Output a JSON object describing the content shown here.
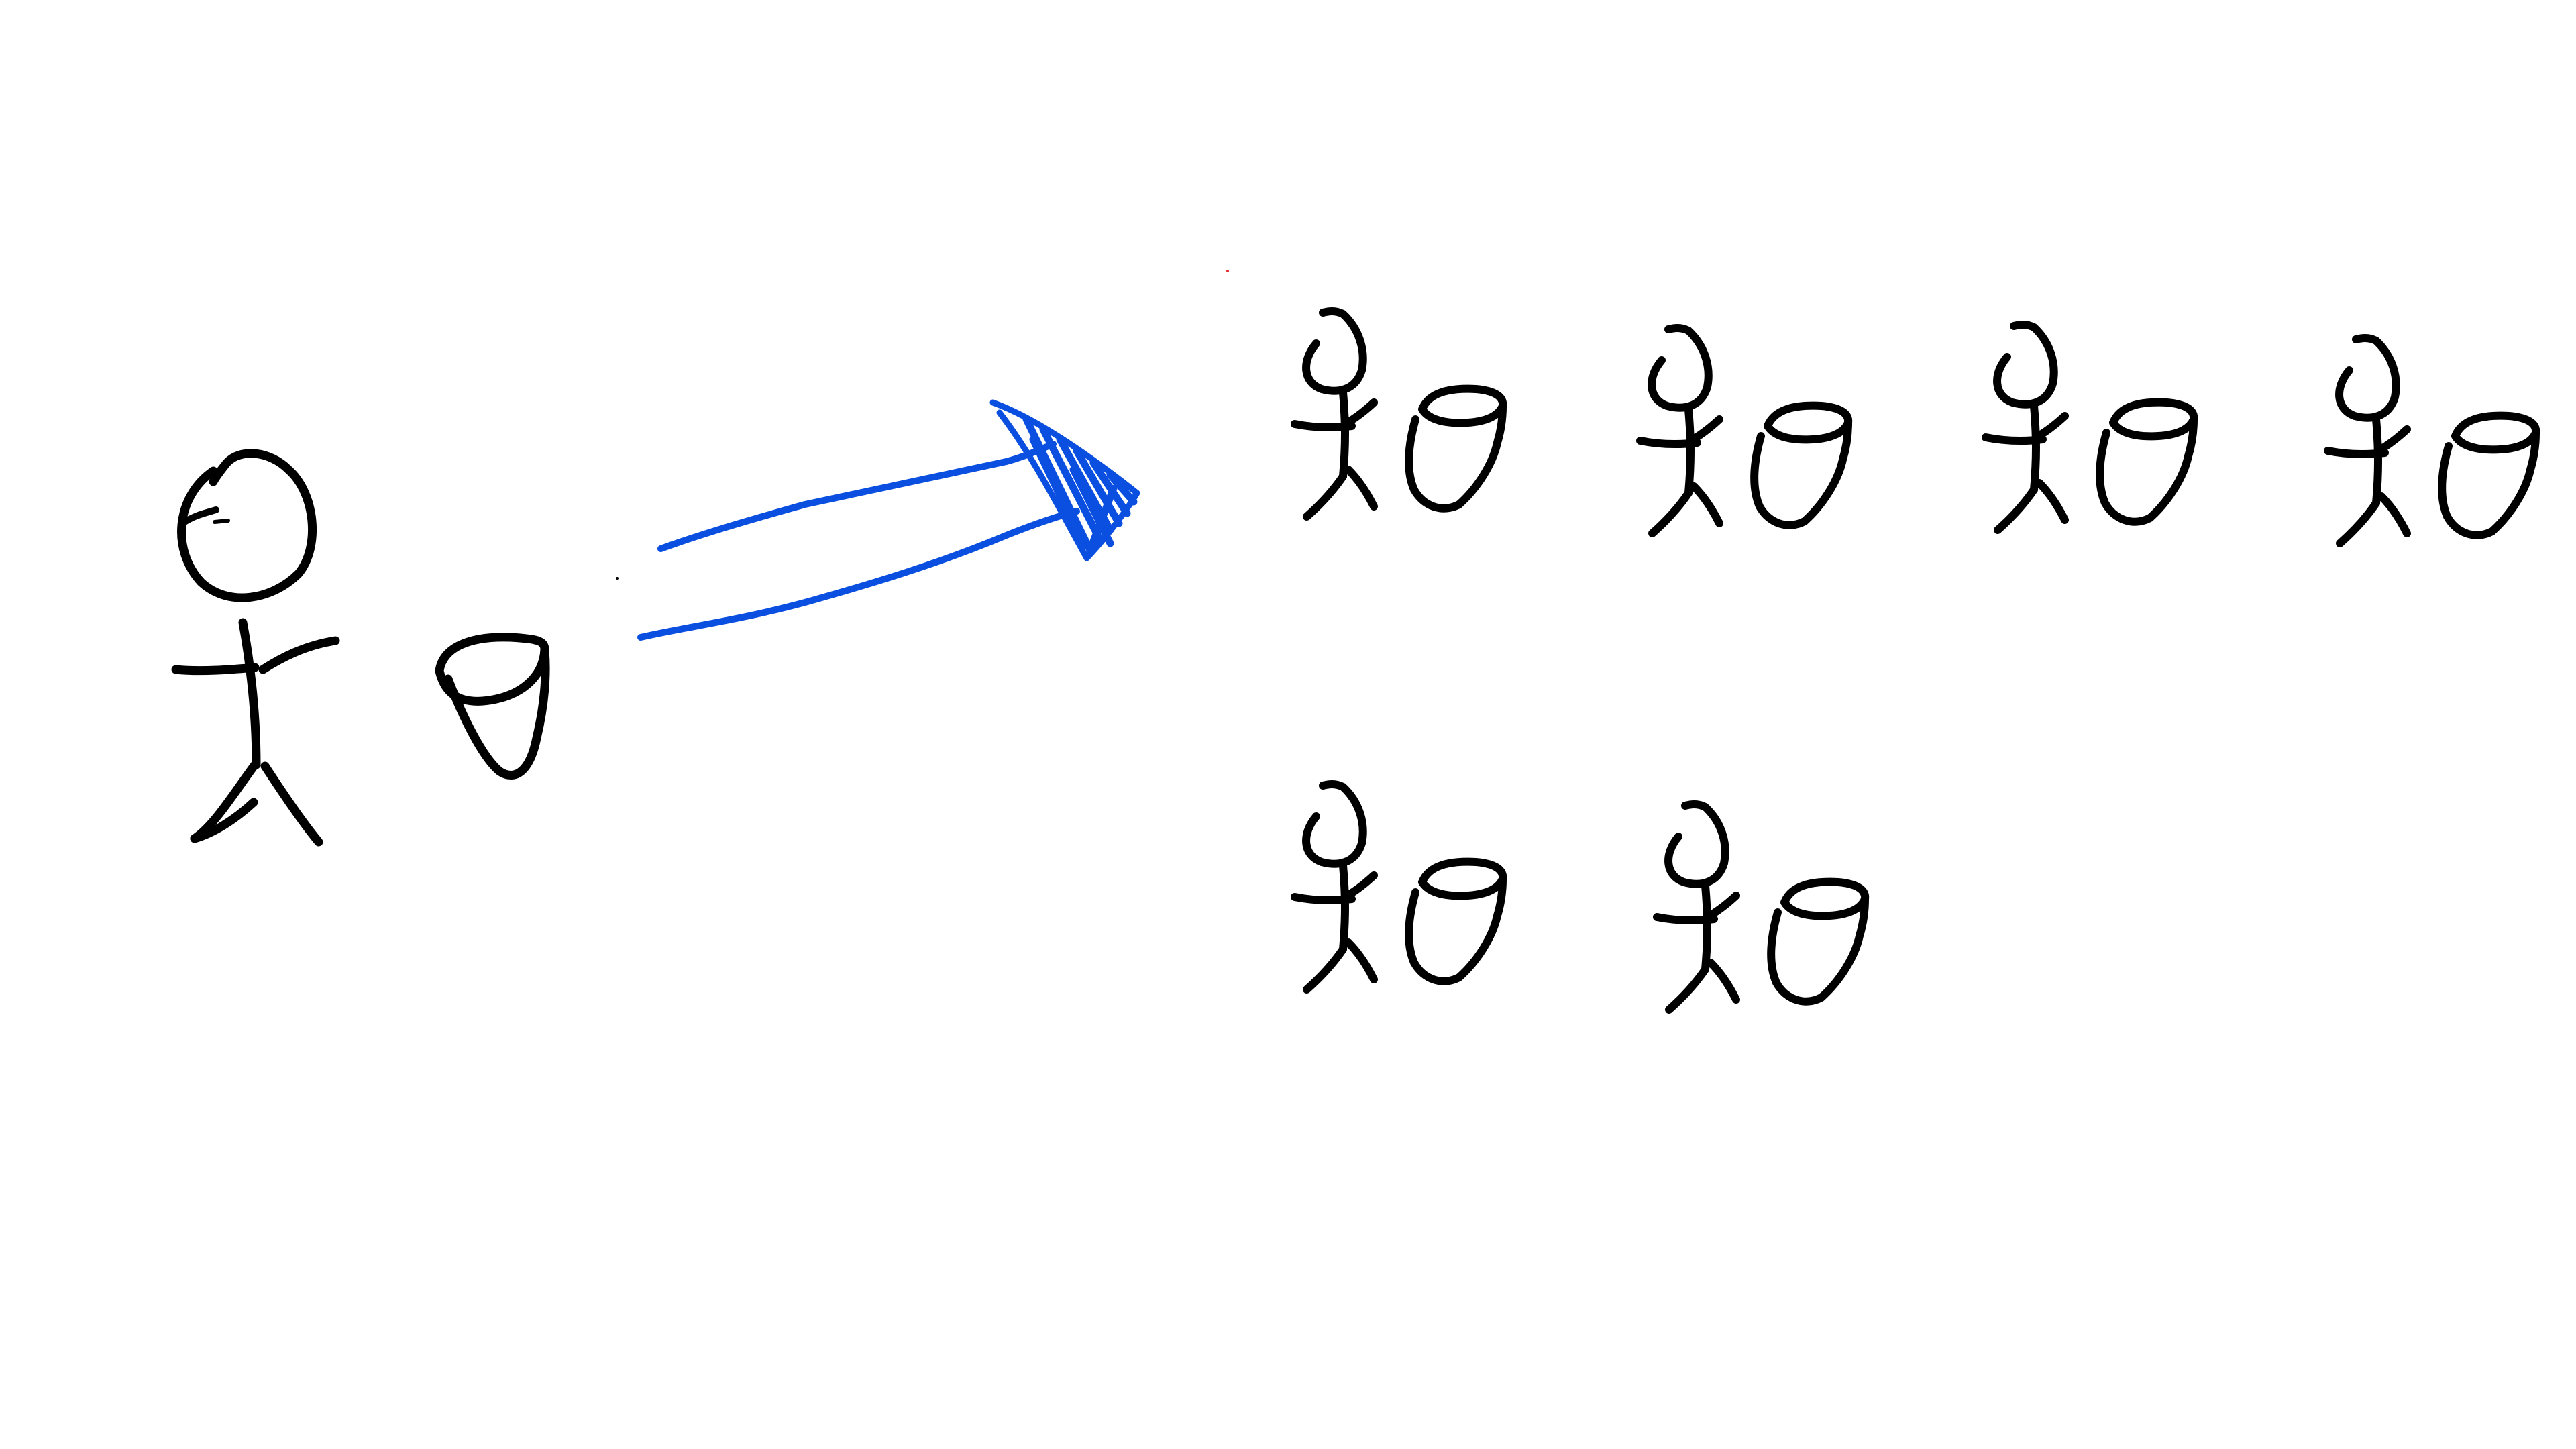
{
  "canvas": {
    "background": "#ffffff"
  },
  "colors": {
    "figure_ink": "#000000",
    "arrow_ink": "#0a4fe0"
  },
  "scene": {
    "source_group": {
      "person_count": 1,
      "bucket_count": 1
    },
    "arrow": {
      "icon": "arrow-right-icon"
    },
    "result_group": {
      "top_row_pairs": 4,
      "bottom_row_pairs": 2
    }
  }
}
